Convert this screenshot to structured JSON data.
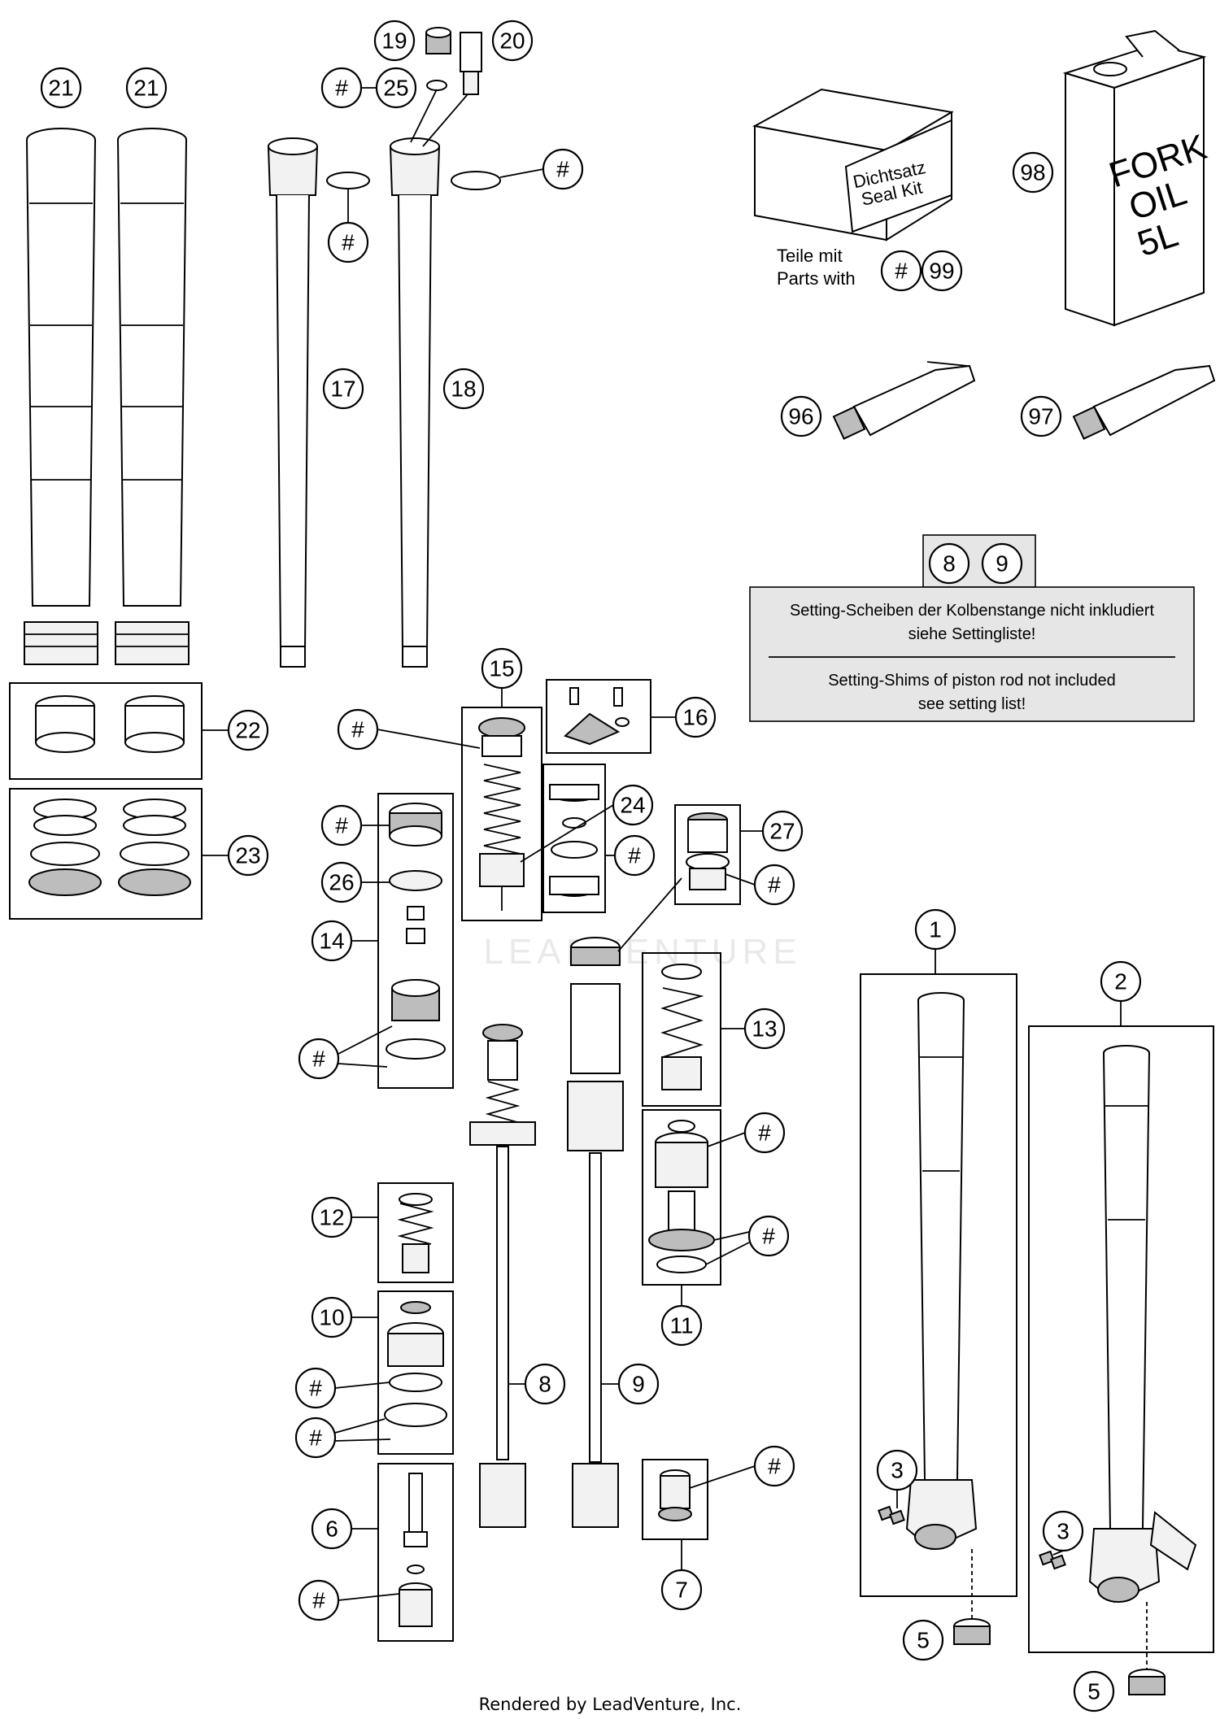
{
  "watermark": "LEADVENTURE",
  "footer": "Rendered by LeadVenture, Inc.",
  "seal_kit": {
    "box_label_line1": "Dichtsatz",
    "box_label_line2": "Seal Kit",
    "parts_with_de": "Teile mit",
    "parts_with_en": "Parts with",
    "hash": "#",
    "number": "99"
  },
  "oil_can": {
    "line1": "FORK",
    "line2": "OIL",
    "line3": "5L",
    "callout": "98"
  },
  "note": {
    "callouts": [
      "8",
      "9"
    ],
    "de_line1": "Setting-Scheiben der Kolbenstange nicht inkludiert",
    "de_line2": "siehe Settingliste!",
    "en_line1": "Setting-Shims of piston rod not included",
    "en_line2": "see setting list!"
  },
  "callouts": {
    "c21a": "21",
    "c21b": "21",
    "c19": "19",
    "c20": "20",
    "c25h": "#",
    "c25": "25",
    "c_h_top_left": "#",
    "c_h_top_right": "#",
    "c17": "17",
    "c18": "18",
    "c96": "96",
    "c97": "97",
    "c22": "22",
    "c23": "23",
    "c15": "15",
    "c16": "16",
    "c_h15": "#",
    "c24": "24",
    "c_h24": "#",
    "c27": "27",
    "c_h27": "#",
    "c_h14": "#",
    "c26": "26",
    "c14": "14",
    "c_h14b": "#",
    "c13": "13",
    "c_h11a": "#",
    "c_h11b": "#",
    "c11": "11",
    "c12": "12",
    "c10": "10",
    "c_h10a": "#",
    "c_h10b": "#",
    "c8": "8",
    "c9": "9",
    "c6": "6",
    "c_h6": "#",
    "c7": "7",
    "c_h7": "#",
    "c1": "1",
    "c2": "2",
    "c3a": "3",
    "c3b": "3",
    "c5a": "5",
    "c5b": "5"
  }
}
